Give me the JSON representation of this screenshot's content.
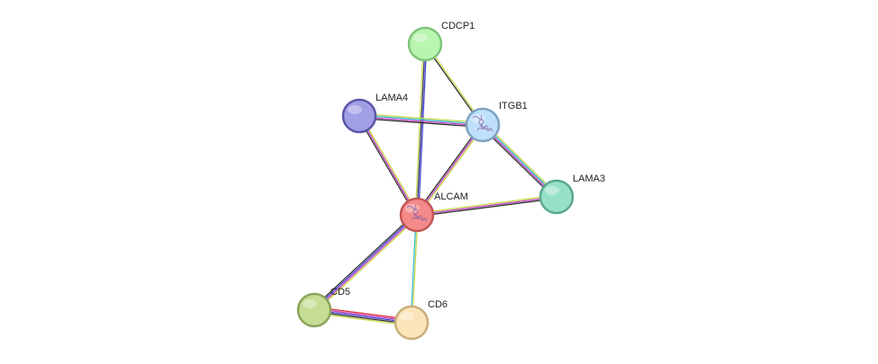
{
  "nodes": [
    {
      "id": "CDCP1",
      "label": "CDCP1",
      "color": "#b8f5b0",
      "stroke": "#7ec47a"
    },
    {
      "id": "LAMA4",
      "label": "LAMA4",
      "color": "#a29fe6",
      "stroke": "#5a56a6"
    },
    {
      "id": "ITGB1",
      "label": "ITGB1",
      "color": "#bfe0fa",
      "stroke": "#7fa3c2",
      "has_structure": true
    },
    {
      "id": "LAMA3",
      "label": "LAMA3",
      "color": "#98e0c9",
      "stroke": "#5aa88f"
    },
    {
      "id": "ALCAM",
      "label": "ALCAM",
      "color": "#f58a8a",
      "stroke": "#c25656",
      "has_structure": true
    },
    {
      "id": "CD5",
      "label": "CD5",
      "color": "#c5dd94",
      "stroke": "#8ca35a"
    },
    {
      "id": "CD6",
      "label": "CD6",
      "color": "#fbe4b8",
      "stroke": "#c9ae7c"
    }
  ],
  "edges": [
    {
      "source": "CDCP1",
      "target": "ALCAM",
      "colors": [
        "#4040d0",
        "#303070",
        "#c8d84a"
      ]
    },
    {
      "source": "CDCP1",
      "target": "ITGB1",
      "colors": [
        "#c8d84a",
        "#303030"
      ]
    },
    {
      "source": "LAMA4",
      "target": "ITGB1",
      "colors": [
        "#c8d84a",
        "#3ab8c8",
        "#c040c0",
        "#303030"
      ]
    },
    {
      "source": "LAMA4",
      "target": "ALCAM",
      "colors": [
        "#c8d84a",
        "#c040c0",
        "#303030"
      ]
    },
    {
      "source": "ITGB1",
      "target": "ALCAM",
      "colors": [
        "#c8d84a",
        "#c040c0",
        "#303030"
      ]
    },
    {
      "source": "ITGB1",
      "target": "LAMA3",
      "colors": [
        "#c8d84a",
        "#3ab8c8",
        "#c040c0",
        "#303030"
      ]
    },
    {
      "source": "ALCAM",
      "target": "LAMA3",
      "colors": [
        "#c8d84a",
        "#c040c0",
        "#303030"
      ]
    },
    {
      "source": "ALCAM",
      "target": "CD5",
      "colors": [
        "#c8d84a",
        "#c040c0",
        "#4040d0",
        "#303030"
      ]
    },
    {
      "source": "ALCAM",
      "target": "CD6",
      "colors": [
        "#c8d84a",
        "#3ab8c8"
      ]
    },
    {
      "source": "CD5",
      "target": "CD6",
      "colors": [
        "#e03030",
        "#c040c0",
        "#4040d0",
        "#303030",
        "#c8d84a"
      ]
    }
  ]
}
